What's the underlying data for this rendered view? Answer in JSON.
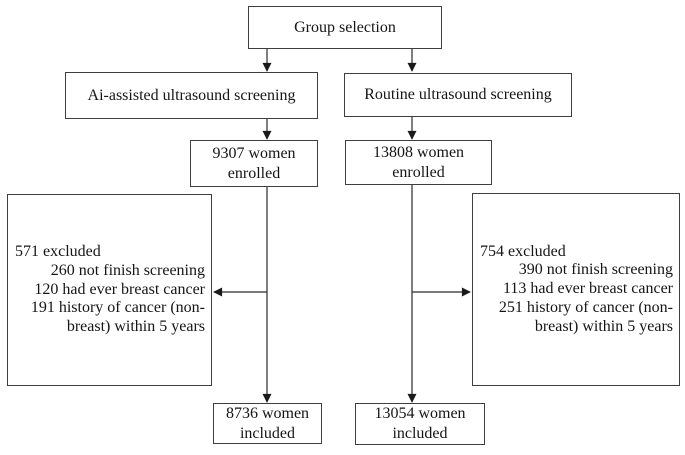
{
  "diagram": {
    "group_selection": "Group selection",
    "ai_branch": {
      "label": "Ai-assisted ultrasound screening",
      "enrolled": "9307 women\nenrolled",
      "excluded": {
        "summary": "571 excluded",
        "reasons": [
          "260 not finish screening",
          "120 had ever breast cancer",
          "191 history of cancer (non-\nbreast) within 5 years"
        ]
      },
      "included": "8736 women\nincluded"
    },
    "routine_branch": {
      "label": "Routine ultrasound screening",
      "enrolled": "13808 women\nenrolled",
      "excluded": {
        "summary": "754 excluded",
        "reasons": [
          "390 not finish screening",
          "113 had ever breast cancer",
          "251 history of cancer (non-\nbreast) within 5 years"
        ]
      },
      "included": "13054 women\nincluded"
    }
  },
  "colors": {
    "background": "#ffffff",
    "box_border": "#3f3f3f",
    "text": "#151515",
    "arrow": "#2a2a2a"
  }
}
